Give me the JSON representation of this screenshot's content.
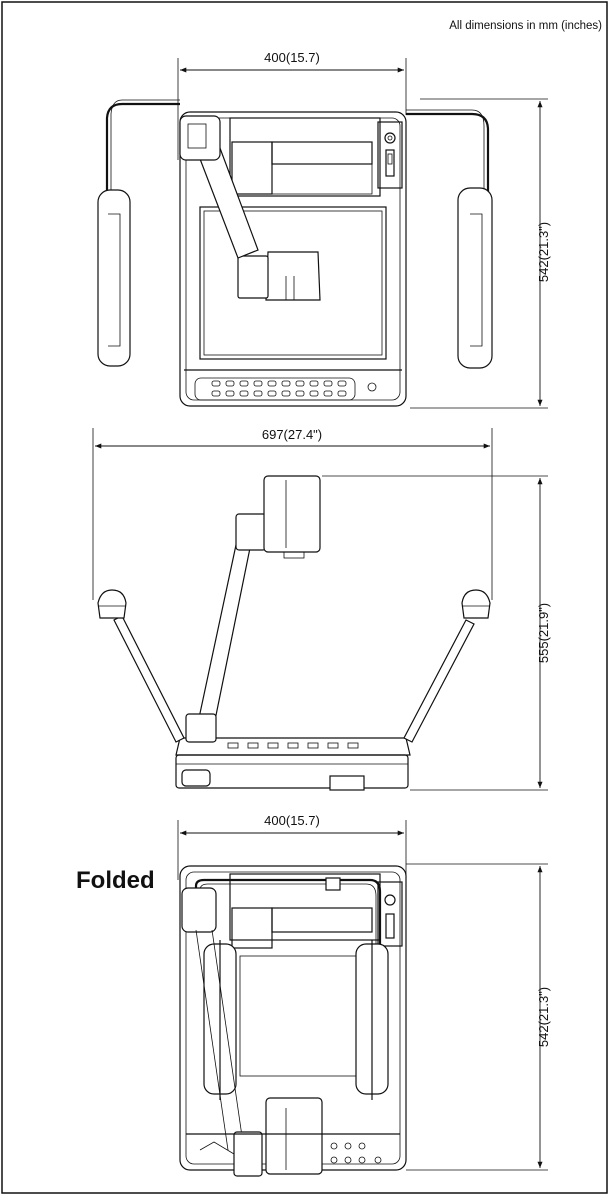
{
  "header": {
    "note": "All dimensions in mm (inches)"
  },
  "views": {
    "top": {
      "width_label": "400(15.7)",
      "depth_label": "542(21.3\")"
    },
    "front": {
      "width_label": "697(27.4\")",
      "height_label": "555(21.9\")"
    },
    "folded": {
      "label": "Folded",
      "width_label": "400(15.7)",
      "depth_label": "542(21.3\")"
    }
  }
}
